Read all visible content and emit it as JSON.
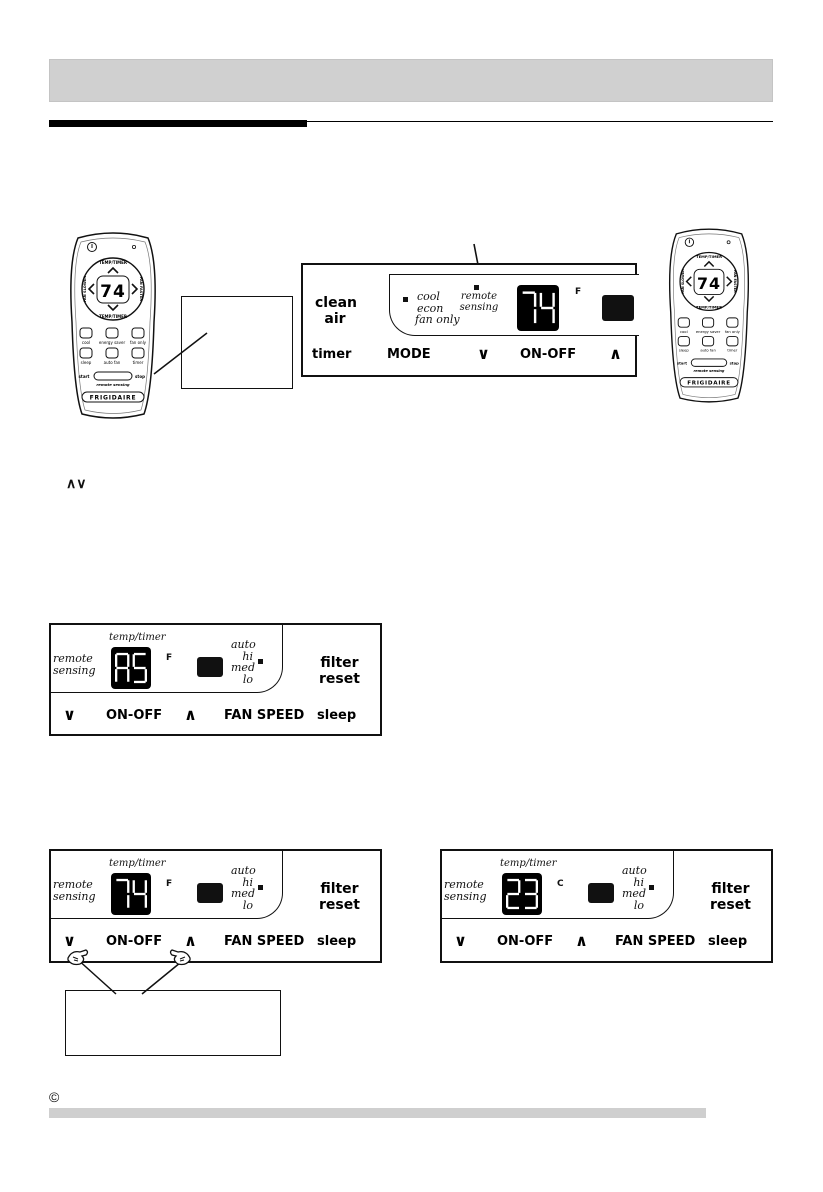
{
  "symbols": {
    "copyright": "©",
    "up_down": "∧∨"
  },
  "brand": "FRIGIDAIRE",
  "remote": {
    "display": "74",
    "power_icon": "power-icon",
    "ring_top": "TEMP/TIMER",
    "ring_bottom": "TEMP/TIMER",
    "ring_left": "FAN SLOWER",
    "ring_right": "FAN FASTER",
    "buttons": [
      "cool",
      "energy saver",
      "fan only",
      "sleep",
      "auto fan",
      "timer"
    ],
    "start": "start",
    "stop": "stop",
    "remote_sensing": "remote sensing"
  },
  "main_panel": {
    "left_label_line1": "clean",
    "left_label_line2": "air",
    "modes": [
      "cool",
      "econ",
      "fan only"
    ],
    "remote_sensing_line1": "remote",
    "remote_sensing_line2": "sensing",
    "display": "74",
    "unit": "F",
    "buttons": [
      "timer",
      "MODE",
      "∨",
      "ON-OFF",
      "∧"
    ]
  },
  "fan_panels": [
    {
      "display": "AS",
      "unit": "F"
    },
    {
      "display": "74",
      "unit": "F"
    },
    {
      "display": "23",
      "unit": "C"
    }
  ],
  "fan_panel_labels": {
    "remote_line1": "remote",
    "remote_line2": "sensing",
    "temp_timer": "temp/timer",
    "speeds": [
      "auto",
      "hi",
      "med",
      "lo"
    ],
    "filter_line1": "filter",
    "filter_line2": "reset",
    "buttons": [
      "∨",
      "ON-OFF",
      "∧",
      "FAN SPEED",
      "sleep"
    ]
  }
}
